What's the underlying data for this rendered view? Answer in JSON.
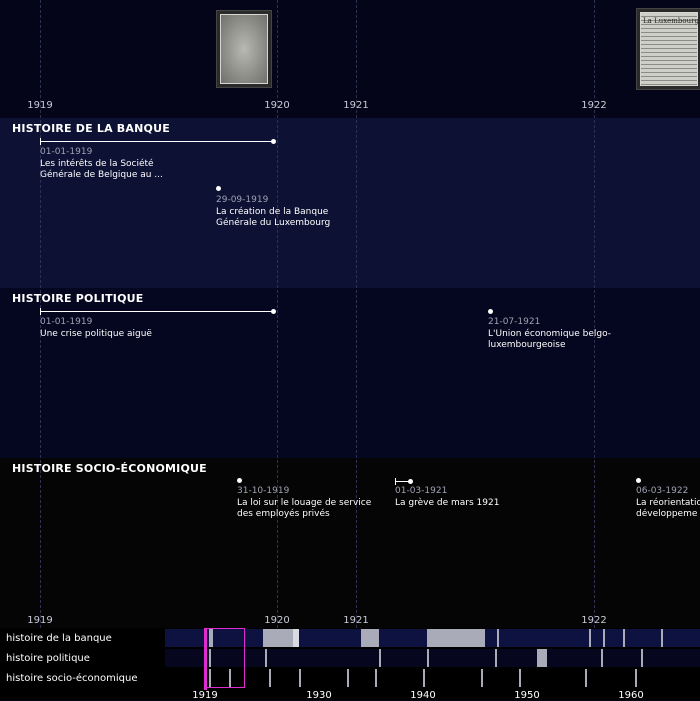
{
  "timeline": {
    "years_top": [
      "1919",
      "1920",
      "1921",
      "1922"
    ],
    "years_bottom": [
      "1919",
      "1920",
      "1921",
      "1922"
    ],
    "thumbnail_right_title": "La Luxembourgeoise"
  },
  "sections": [
    {
      "title": "HISTOIRE DE LA BANQUE",
      "events": [
        {
          "date": "01-01-1919",
          "title_line1": "Les intérêts de la Société",
          "title_line2": "Générale de Belgique au ..."
        },
        {
          "date": "29-09-1919",
          "title_line1": "La création de la Banque",
          "title_line2": "Générale du Luxembourg"
        }
      ]
    },
    {
      "title": "HISTOIRE POLITIQUE",
      "events": [
        {
          "date": "01-01-1919",
          "title_line1": "Une crise politique aiguë",
          "title_line2": ""
        },
        {
          "date": "21-07-1921",
          "title_line1": "L'Union économique belgo-",
          "title_line2": "luxembourgeoise"
        }
      ]
    },
    {
      "title": "HISTOIRE SOCIO-ÉCONOMIQUE",
      "events": [
        {
          "date": "31-10-1919",
          "title_line1": "La loi sur le louage de service",
          "title_line2": "des employés privés"
        },
        {
          "date": "01-03-1921",
          "title_line1": "La grève de mars 1921",
          "title_line2": ""
        },
        {
          "date": "06-03-1922",
          "title_line1": "La réorientatio",
          "title_line2": "développeme"
        }
      ]
    }
  ],
  "minimap": {
    "labels": [
      "histoire de la banque",
      "histoire politique",
      "histoire socio-économique"
    ],
    "axis": [
      "1919",
      "1930",
      "1940",
      "1950",
      "1960"
    ],
    "colors": {
      "row": "#0e1240",
      "marker": "#a9abb8",
      "window": "#e02bd1"
    }
  }
}
